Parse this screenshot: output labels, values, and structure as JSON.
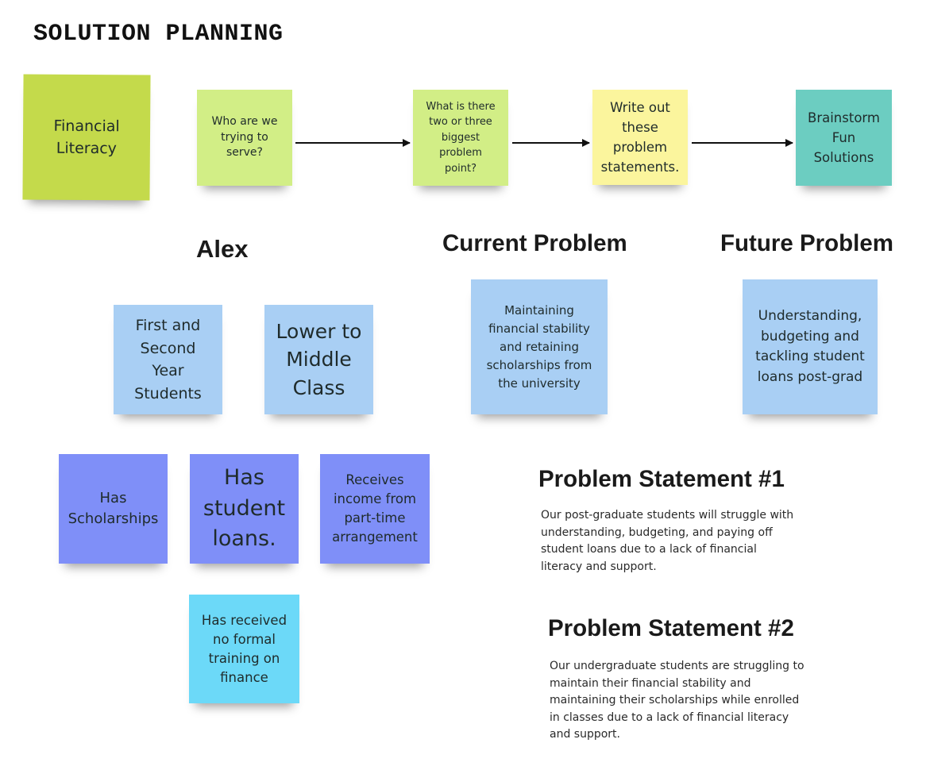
{
  "board": {
    "title": "SOLUTION PLANNING"
  },
  "notes": {
    "financial_literacy": "Financial\nLiteracy",
    "who_serve": "Who are we\ntrying to\nserve?",
    "problem_points": "What is there\ntwo or three\nbiggest\nproblem\npoint?",
    "write_statements": "Write out\nthese\nproblem\nstatements.",
    "brainstorm": "Brainstorm\nFun\nSolutions",
    "first_second_year": "First and\nSecond\nYear\nStudents",
    "lower_middle": "Lower to\nMiddle\nClass",
    "current_problem": "Maintaining\nfinancial stability\nand retaining\nscholarships from\nthe university",
    "future_problem": "Understanding,\nbudgeting and\ntackling student\nloans post-grad",
    "scholarships": "Has\nScholarships",
    "student_loans": "Has\nstudent\nloans.",
    "part_time_income": "Receives\nincome from\npart-time\narrangement",
    "no_training": "Has received\nno formal\ntraining on\nfinance"
  },
  "headings": {
    "alex": "Alex",
    "current_problem": "Current Problem",
    "future_problem": "Future Problem",
    "statement_1": "Problem Statement #1",
    "statement_2": "Problem Statement #2"
  },
  "statements": {
    "statement_1": "Our post-graduate students will struggle with\nunderstanding, budgeting, and paying off\nstudent loans due to a lack of financial\nliteracy and support.",
    "statement_2": "Our undergraduate students are struggling to\nmaintain their financial stability and\nmaintaining their scholarships while enrolled\nin classes due to a lack of financial literacy\nand support."
  },
  "colors": {
    "lime": "#c4da4b",
    "light_green": "#d2ee86",
    "yellow": "#fbf59d",
    "teal": "#6ccdc1",
    "light_blue": "#a9cff4",
    "periwinkle": "#7f8ff8",
    "cyan": "#6cd9f8",
    "arrow": "#111111"
  }
}
